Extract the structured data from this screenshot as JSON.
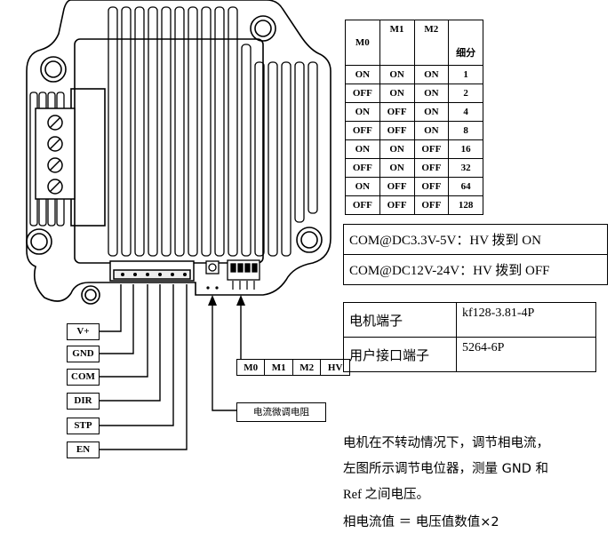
{
  "microstep_table": {
    "headers": [
      "M0",
      "M1",
      "M2",
      "细分"
    ],
    "rows": [
      [
        "ON",
        "ON",
        "ON",
        "1"
      ],
      [
        "OFF",
        "ON",
        "ON",
        "2"
      ],
      [
        "ON",
        "OFF",
        "ON",
        "4"
      ],
      [
        "OFF",
        "OFF",
        "ON",
        "8"
      ],
      [
        "ON",
        "ON",
        "OFF",
        "16"
      ],
      [
        "OFF",
        "ON",
        "OFF",
        "32"
      ],
      [
        "ON",
        "OFF",
        "OFF",
        "64"
      ],
      [
        "OFF",
        "OFF",
        "OFF",
        "128"
      ]
    ]
  },
  "hv_table": {
    "row1": "COM@DC3.3V-5V：HV 拨到 ON",
    "row2": "COM@DC12V-24V：HV 拨到 OFF"
  },
  "terminal_table": {
    "motor_key": "电机端子",
    "motor_val": "kf128-3.81-4P",
    "user_key": "用户接口端子",
    "user_val": "5264-6P"
  },
  "pin_labels": [
    "V+",
    "GND",
    "COM",
    "DIR",
    "STP",
    "EN"
  ],
  "switch_labels": [
    "M0",
    "M1",
    "M2",
    "HV"
  ],
  "pot_label": "电流微调电阻",
  "notes": {
    "line1": "电机在不转动情况下，调节相电流，",
    "line2": "左图所示调节电位器，测量 GND 和",
    "line3": "Ref 之间电压。",
    "line4": "相电流值 ＝ 电压值数值×2"
  }
}
